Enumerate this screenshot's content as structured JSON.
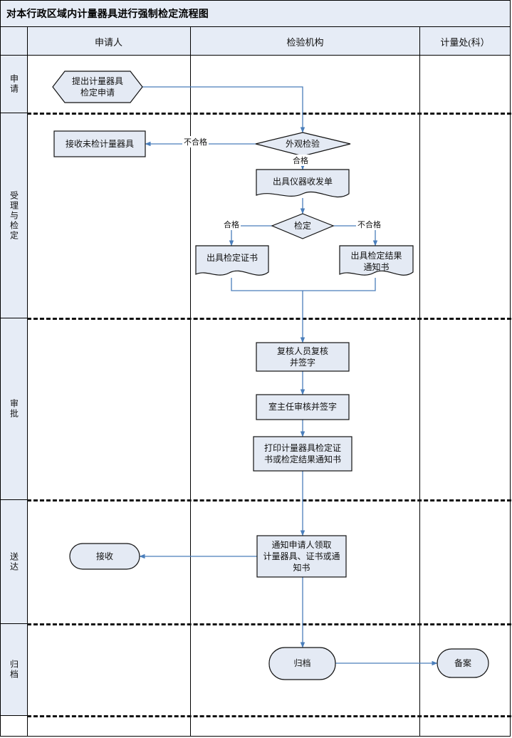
{
  "title": "对本行政区域内计量器具进行强制检定流程图",
  "columns": [
    {
      "key": "lane",
      "label": ""
    },
    {
      "key": "applicant",
      "label": "申请人"
    },
    {
      "key": "inspection",
      "label": "检验机构"
    },
    {
      "key": "metrology",
      "label": "计量处(科）"
    }
  ],
  "lanes": [
    {
      "key": "apply",
      "label": "申请"
    },
    {
      "key": "accept",
      "label": "受理与检定"
    },
    {
      "key": "approve",
      "label": "审批"
    },
    {
      "key": "deliver",
      "label": "送达"
    },
    {
      "key": "archive",
      "label": "归档"
    }
  ],
  "nodes": [
    {
      "id": "n1",
      "shape": "hexagon",
      "text": "提出计量器具\n检定申请",
      "lane": "apply",
      "column": "applicant"
    },
    {
      "id": "n2",
      "shape": "rect",
      "text": "接收未检计量器具",
      "lane": "accept",
      "column": "applicant"
    },
    {
      "id": "n3",
      "shape": "diamond",
      "text": "外观检验",
      "lane": "accept",
      "column": "inspection"
    },
    {
      "id": "n4",
      "shape": "document",
      "text": "出具仪器收发单",
      "lane": "accept",
      "column": "inspection"
    },
    {
      "id": "n5",
      "shape": "diamond",
      "text": "检定",
      "lane": "accept",
      "column": "inspection"
    },
    {
      "id": "n6",
      "shape": "document",
      "text": "出具检定证书",
      "lane": "accept",
      "column": "inspection"
    },
    {
      "id": "n7",
      "shape": "document",
      "text": "出具检定结果\n通知书",
      "lane": "accept",
      "column": "inspection"
    },
    {
      "id": "n8",
      "shape": "rect",
      "text": "复核人员复核\n并签字",
      "lane": "approve",
      "column": "inspection"
    },
    {
      "id": "n9",
      "shape": "rect",
      "text": "室主任审核并签字",
      "lane": "approve",
      "column": "inspection"
    },
    {
      "id": "n10",
      "shape": "rect",
      "text": "打印计量器具检定证\n书或检定结果通知书",
      "lane": "approve",
      "column": "inspection"
    },
    {
      "id": "n11",
      "shape": "rect",
      "text": "通知申请人领取\n计量器具、证书或通\n知书",
      "lane": "deliver",
      "column": "inspection"
    },
    {
      "id": "n12",
      "shape": "stadium",
      "text": "接收",
      "lane": "deliver",
      "column": "applicant"
    },
    {
      "id": "n13",
      "shape": "stadium",
      "text": "归档",
      "lane": "archive",
      "column": "inspection"
    },
    {
      "id": "n14",
      "shape": "stadium",
      "text": "备案",
      "lane": "archive",
      "column": "metrology"
    }
  ],
  "edge_labels": [
    {
      "id": "e1",
      "text": "不合格",
      "from": "n3",
      "to": "n2"
    },
    {
      "id": "e2",
      "text": "合格",
      "from": "n3",
      "to": "n4"
    },
    {
      "id": "e3",
      "text": "合格",
      "from": "n5",
      "to": "n6"
    },
    {
      "id": "e4",
      "text": "不合格",
      "from": "n5",
      "to": "n7"
    }
  ],
  "colors": {
    "header_fill": "#e6ecf6",
    "node_fill": "#e4eaf4",
    "node_stroke": "#121212",
    "connector": "#4a7ebb",
    "divider": "#111111"
  }
}
